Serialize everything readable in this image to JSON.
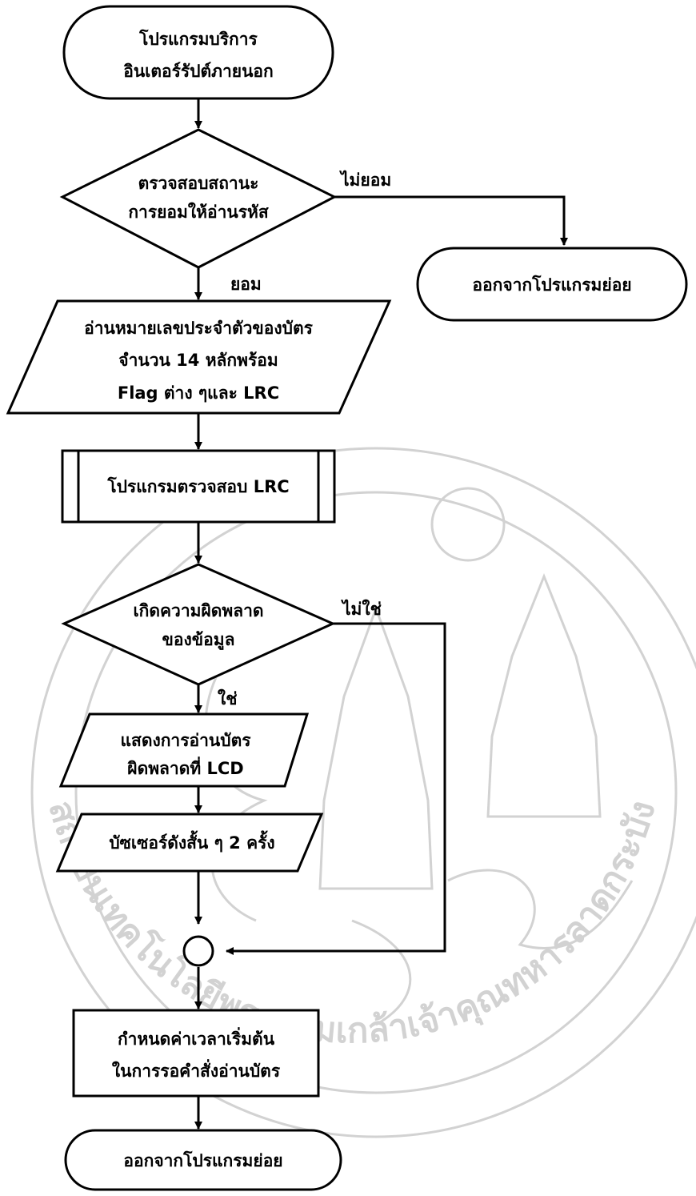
{
  "watermark": {
    "arc_text": "สถาบันเทคโนโลยีพระจอมเกล้าเจ้าคุณทหารลาดกระบัง",
    "color": "#d2d2d2"
  },
  "nodes": {
    "start": {
      "line1": "โปรแกรมบริการ",
      "line2": "อินเตอร์รัปต์ภายนอก"
    },
    "check_allow": {
      "line1": "ตรวจสอบสถานะ",
      "line2": "การยอมให้อ่านรหัส"
    },
    "exit_top": {
      "line1": "ออกจากโปรแกรมย่อย"
    },
    "read_card": {
      "line1": "อ่านหมายเลขประจำตัวของบัตร",
      "line2": "จำนวน 14 หลักพร้อม",
      "line3": "Flag ต่าง ๆและ LRC"
    },
    "lrc_sub": {
      "line1": "โปรแกรมตรวจสอบ LRC"
    },
    "error_check": {
      "line1": "เกิดความผิดพลาด",
      "line2": "ของข้อมูล"
    },
    "show_error": {
      "line1": "แสดงการอ่านบัตร",
      "line2": "ผิดพลาดที่ LCD"
    },
    "buzzer": {
      "line1": "บัซเซอร์ดังสั้น ๆ 2 ครั้ง"
    },
    "set_time": {
      "line1": "กำหนดค่าเวลาเริ่มต้น",
      "line2": "ในการรอคำสั่งอ่านบัตร"
    },
    "exit_bottom": {
      "line1": "ออกจากโปรแกรมย่อย"
    }
  },
  "edges": {
    "no_allow": "ไม่ยอม",
    "allow": "ยอม",
    "no_error": "ไม่ใช่",
    "yes_error": "ใช่"
  }
}
